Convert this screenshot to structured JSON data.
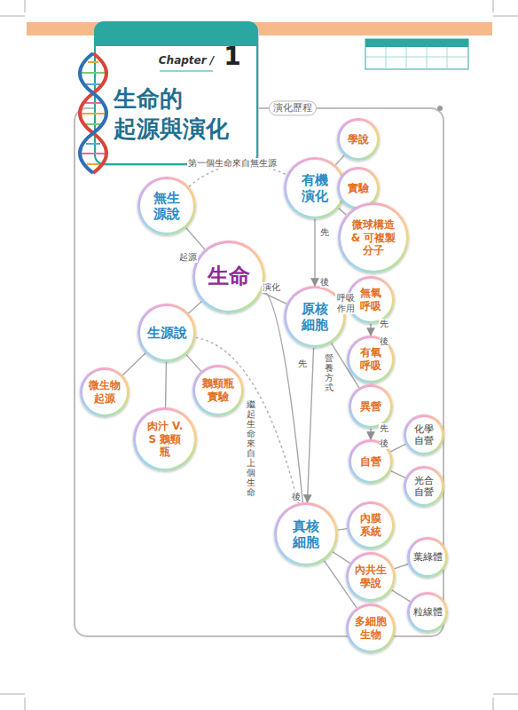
{
  "diagram": {
    "title": "生命的起源與演化",
    "nodes": [
      {
        "text": [
          "有機演化"
        ]
      },
      {
        "text": [
          "學說"
        ]
      },
      {
        "text": [
          "實驗"
        ]
      },
      {
        "text": [
          "無生源說"
        ]
      },
      {
        "text": [
          "微球構造 & 可複製分子"
        ]
      },
      {
        "text": [
          "生命"
        ]
      },
      {
        "text": [
          "無氧呼吸"
        ]
      },
      {
        "text": [
          "原核細胞"
        ]
      },
      {
        "text": [
          "生源說"
        ]
      },
      {
        "text": [
          "有氧呼吸"
        ]
      },
      {
        "text": [
          "微生物起源"
        ]
      },
      {
        "text": [
          "鵝頸瓶實驗"
        ]
      },
      {
        "text": [
          "異營"
        ]
      },
      {
        "text": [
          "化學自營"
        ]
      },
      {
        "text": [
          "肉汁 V.S 鵝頸瓶"
        ]
      },
      {
        "text": [
          "自營"
        ]
      },
      {
        "text": [
          "光合自營"
        ]
      },
      {
        "text": [
          "內膜系統"
        ]
      },
      {
        "text": [
          "真核細胞"
        ]
      },
      {
        "text": [
          "葉綠體"
        ]
      },
      {
        "text": [
          "內共生學說"
        ]
      },
      {
        "text": [
          "粒線體"
        ]
      },
      {
        "text": [
          "多細胞生物"
        ]
      }
    ],
    "edges": [
      {
        "from": 5,
        "to": 3,
        "arrow": "none",
        "label": "起源"
      },
      {
        "from": 5,
        "to": 8,
        "arrow": "none"
      },
      {
        "from": 3,
        "to": 0,
        "arrow": "none",
        "label": "第一個生命來自無生源"
      },
      {
        "from": 0,
        "to": 1,
        "arrow": "none"
      },
      {
        "from": 0,
        "to": 2,
        "arrow": "none"
      },
      {
        "from": 0,
        "to": 4,
        "arrow": "none"
      },
      {
        "from": 5,
        "to": 7,
        "arrow": "none",
        "label": "演化"
      },
      {
        "from": 0,
        "to": 7,
        "arrow": "to",
        "label": "先"
      },
      {
        "from": 7,
        "to": 6,
        "arrow": "none",
        "label": "呼吸作用"
      },
      {
        "from": 6,
        "to": 9,
        "arrow": "to",
        "label": "先"
      },
      {
        "from": 7,
        "to": 12,
        "arrow": "none",
        "label": "營養方式"
      },
      {
        "from": 12,
        "to": 15,
        "arrow": "to",
        "label": "先"
      },
      {
        "from": 15,
        "to": 13,
        "arrow": "none"
      },
      {
        "from": 15,
        "to": 16,
        "arrow": "none"
      },
      {
        "from": 7,
        "to": 18,
        "arrow": "to",
        "label": "先"
      },
      {
        "from": 8,
        "to": 10,
        "arrow": "none"
      },
      {
        "from": 8,
        "to": 14,
        "arrow": "none"
      },
      {
        "from": 8,
        "to": 11,
        "arrow": "none"
      },
      {
        "from": 8,
        "to": 18,
        "arrow": "none",
        "label": "繼起生命來自上個生命"
      },
      {
        "from": 18,
        "to": 17,
        "arrow": "none"
      },
      {
        "from": 18,
        "to": 20,
        "arrow": "none"
      },
      {
        "from": 20,
        "to": 19,
        "arrow": "none"
      },
      {
        "from": 20,
        "to": 21,
        "arrow": "none"
      },
      {
        "from": 18,
        "to": 22,
        "arrow": "none"
      },
      {
        "from": 5,
        "to": 18,
        "arrow": "none"
      }
    ],
    "labels": [
      "Chapter /",
      "1",
      "演化歷程",
      "後",
      "後",
      "後",
      "後"
    ]
  }
}
